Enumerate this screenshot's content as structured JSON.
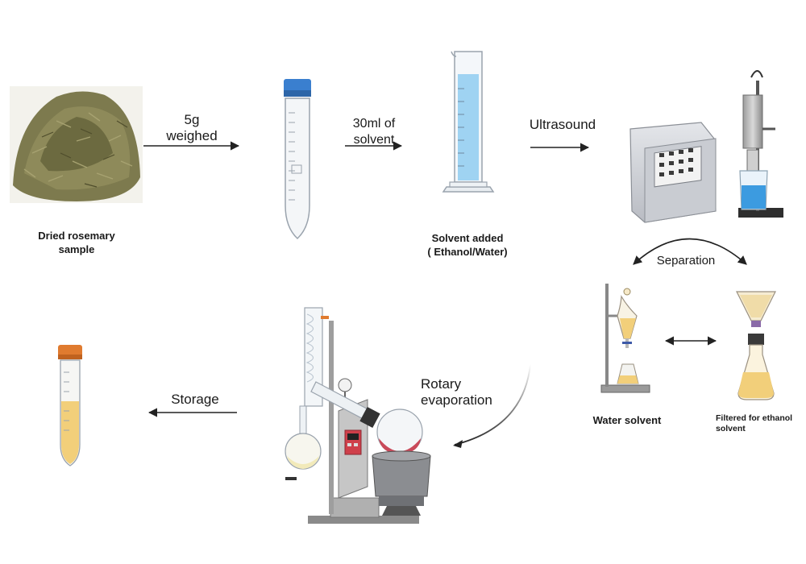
{
  "steps": {
    "sample": {
      "label_line1": "Dried rosemary",
      "label_line2": "sample"
    },
    "weigh": {
      "label_line1": "5g",
      "label_line2": "weighed"
    },
    "solvent": {
      "label_line1": "30ml of",
      "label_line2": "solvent"
    },
    "solvent_added": {
      "label_line1": "Solvent added",
      "label_line2": "( Ethanol/Water)"
    },
    "ultrasound": {
      "label": "Ultrasound"
    },
    "separation": {
      "label": "Separation"
    },
    "water_solvent": {
      "label": "Water solvent"
    },
    "filtered": {
      "label_line1": "Filtered for ethanol",
      "label_line2": "solvent"
    },
    "rotary": {
      "label_line1": "Rotary",
      "label_line2": "evaporation"
    },
    "storage": {
      "label": "Storage"
    }
  },
  "colors": {
    "rosemary": "#7d7a4e",
    "cap_blue": "#3a7fcf",
    "cap_orange": "#e07b2f",
    "solvent_blue": "#9fd3f2",
    "extract_yellow": "#f2cf7a",
    "flask_red": "#c94a5a",
    "arrow": "#222222"
  },
  "icons": [
    "rosemary-pile-icon",
    "falcon-tube-icon",
    "graduated-cylinder-icon",
    "ultrasonic-homogenizer-icon",
    "separatory-funnel-icon",
    "filter-funnel-flask-icon",
    "rotary-evaporator-icon",
    "storage-tube-icon"
  ]
}
